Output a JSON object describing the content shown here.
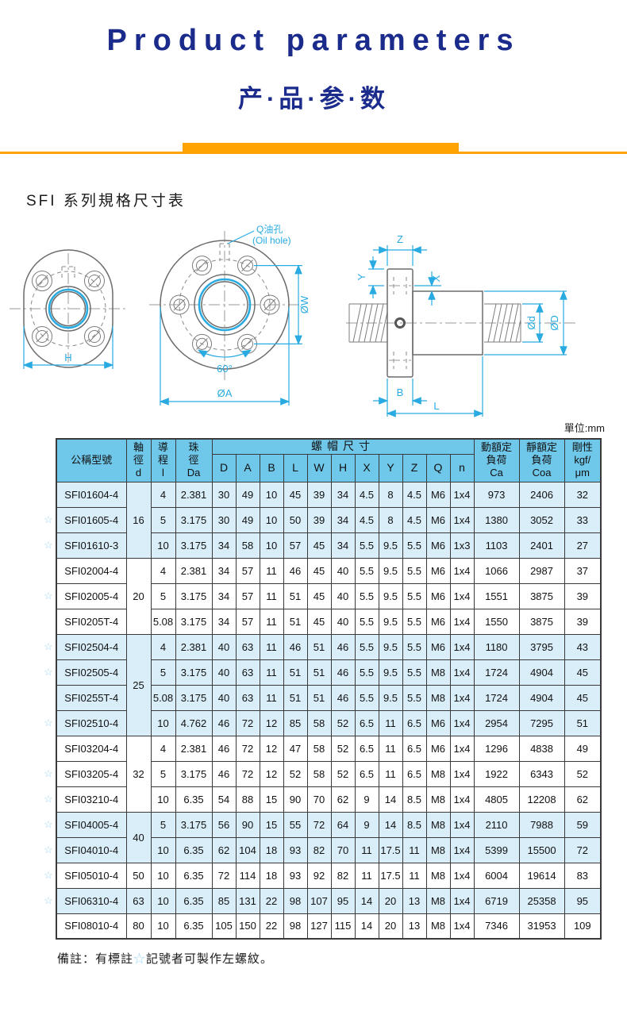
{
  "colors": {
    "title_navy": "#1b2b8c",
    "accent_orange": "#ffa302",
    "table_header_blue": "#6fc7e9",
    "row_shade_blue": "#d9eef9",
    "table_border": "#3a3a3a",
    "star_blue": "#9ed7f2",
    "dimension_cyan": "#29abe2"
  },
  "page_header": {
    "title_en": "Product parameters",
    "title_cn": "产·品·参·数"
  },
  "section": {
    "heading": "SFI 系列規格尺寸表",
    "unit": "單位:mm"
  },
  "diagram": {
    "oil_hole_line1": "Q油孔",
    "oil_hole_line2": "(Oil hole)",
    "dim_h": "H",
    "dim_a": "ØA",
    "dim_w": "ØW",
    "dim_angle": "60°",
    "dim_z": "Z",
    "dim_y": "Y",
    "dim_x": "X",
    "dim_b": "B",
    "dim_l": "L",
    "dim_d_small": "Ød",
    "dim_d_big": "ØD"
  },
  "table": {
    "header": {
      "model": "公稱型號",
      "shaft": [
        "軸",
        "徑",
        "d"
      ],
      "lead": [
        "導",
        "程",
        "l"
      ],
      "ball": [
        "珠",
        "徑",
        "Da"
      ],
      "nut_group": "螺帽尺寸",
      "nut_cols": [
        "D",
        "A",
        "B",
        "L",
        "W",
        "H",
        "X",
        "Y",
        "Z",
        "Q",
        "n"
      ],
      "dynamic_load": [
        "動額定",
        "負荷",
        "Ca"
      ],
      "static_load": [
        "靜額定",
        "負荷",
        "Coa"
      ],
      "rigidity": [
        "剛性",
        "kgf/",
        "μm"
      ]
    },
    "groups": [
      {
        "d": "16",
        "shade": true,
        "rows": [
          {
            "model": "SFI01604-4",
            "star": false,
            "l": "4",
            "Da": "2.381",
            "nut": [
              "30",
              "49",
              "10",
              "45",
              "39",
              "34",
              "4.5",
              "8",
              "4.5",
              "M6",
              "1x4"
            ],
            "Ca": "973",
            "Coa": "2406",
            "rig": "32"
          },
          {
            "model": "SFI01605-4",
            "star": true,
            "l": "5",
            "Da": "3.175",
            "nut": [
              "30",
              "49",
              "10",
              "50",
              "39",
              "34",
              "4.5",
              "8",
              "4.5",
              "M6",
              "1x4"
            ],
            "Ca": "1380",
            "Coa": "3052",
            "rig": "33"
          },
          {
            "model": "SFI01610-3",
            "star": true,
            "l": "10",
            "Da": "3.175",
            "nut": [
              "34",
              "58",
              "10",
              "57",
              "45",
              "34",
              "5.5",
              "9.5",
              "5.5",
              "M6",
              "1x3"
            ],
            "Ca": "1103",
            "Coa": "2401",
            "rig": "27"
          }
        ]
      },
      {
        "d": "20",
        "shade": false,
        "rows": [
          {
            "model": "SFI02004-4",
            "star": false,
            "l": "4",
            "Da": "2.381",
            "nut": [
              "34",
              "57",
              "11",
              "46",
              "45",
              "40",
              "5.5",
              "9.5",
              "5.5",
              "M6",
              "1x4"
            ],
            "Ca": "1066",
            "Coa": "2987",
            "rig": "37"
          },
          {
            "model": "SFI02005-4",
            "star": true,
            "l": "5",
            "Da": "3.175",
            "nut": [
              "34",
              "57",
              "11",
              "51",
              "45",
              "40",
              "5.5",
              "9.5",
              "5.5",
              "M6",
              "1x4"
            ],
            "Ca": "1551",
            "Coa": "3875",
            "rig": "39"
          },
          {
            "model": "SFI0205T-4",
            "star": false,
            "l": "5.08",
            "Da": "3.175",
            "nut": [
              "34",
              "57",
              "11",
              "51",
              "45",
              "40",
              "5.5",
              "9.5",
              "5.5",
              "M6",
              "1x4"
            ],
            "Ca": "1550",
            "Coa": "3875",
            "rig": "39"
          }
        ]
      },
      {
        "d": "25",
        "shade": true,
        "rows": [
          {
            "model": "SFI02504-4",
            "star": true,
            "l": "4",
            "Da": "2.381",
            "nut": [
              "40",
              "63",
              "11",
              "46",
              "51",
              "46",
              "5.5",
              "9.5",
              "5.5",
              "M6",
              "1x4"
            ],
            "Ca": "1180",
            "Coa": "3795",
            "rig": "43"
          },
          {
            "model": "SFI02505-4",
            "star": true,
            "l": "5",
            "Da": "3.175",
            "nut": [
              "40",
              "63",
              "11",
              "51",
              "51",
              "46",
              "5.5",
              "9.5",
              "5.5",
              "M8",
              "1x4"
            ],
            "Ca": "1724",
            "Coa": "4904",
            "rig": "45"
          },
          {
            "model": "SFI0255T-4",
            "star": false,
            "l": "5.08",
            "Da": "3.175",
            "nut": [
              "40",
              "63",
              "11",
              "51",
              "51",
              "46",
              "5.5",
              "9.5",
              "5.5",
              "M8",
              "1x4"
            ],
            "Ca": "1724",
            "Coa": "4904",
            "rig": "45"
          },
          {
            "model": "SFI02510-4",
            "star": true,
            "l": "10",
            "Da": "4.762",
            "nut": [
              "46",
              "72",
              "12",
              "85",
              "58",
              "52",
              "6.5",
              "11",
              "6.5",
              "M6",
              "1x4"
            ],
            "Ca": "2954",
            "Coa": "7295",
            "rig": "51"
          }
        ]
      },
      {
        "d": "32",
        "shade": false,
        "rows": [
          {
            "model": "SFI03204-4",
            "star": false,
            "l": "4",
            "Da": "2.381",
            "nut": [
              "46",
              "72",
              "12",
              "47",
              "58",
              "52",
              "6.5",
              "11",
              "6.5",
              "M6",
              "1x4"
            ],
            "Ca": "1296",
            "Coa": "4838",
            "rig": "49"
          },
          {
            "model": "SFI03205-4",
            "star": true,
            "l": "5",
            "Da": "3.175",
            "nut": [
              "46",
              "72",
              "12",
              "52",
              "58",
              "52",
              "6.5",
              "11",
              "6.5",
              "M8",
              "1x4"
            ],
            "Ca": "1922",
            "Coa": "6343",
            "rig": "52"
          },
          {
            "model": "SFI03210-4",
            "star": true,
            "l": "10",
            "Da": "6.35",
            "nut": [
              "54",
              "88",
              "15",
              "90",
              "70",
              "62",
              "9",
              "14",
              "8.5",
              "M8",
              "1x4"
            ],
            "Ca": "4805",
            "Coa": "12208",
            "rig": "62"
          }
        ]
      },
      {
        "d": "40",
        "shade": true,
        "rows": [
          {
            "model": "SFI04005-4",
            "star": true,
            "l": "5",
            "Da": "3.175",
            "nut": [
              "56",
              "90",
              "15",
              "55",
              "72",
              "64",
              "9",
              "14",
              "8.5",
              "M8",
              "1x4"
            ],
            "Ca": "2110",
            "Coa": "7988",
            "rig": "59"
          },
          {
            "model": "SFI04010-4",
            "star": true,
            "l": "10",
            "Da": "6.35",
            "nut": [
              "62",
              "104",
              "18",
              "93",
              "82",
              "70",
              "11",
              "17.5",
              "11",
              "M8",
              "1x4"
            ],
            "Ca": "5399",
            "Coa": "15500",
            "rig": "72"
          }
        ]
      },
      {
        "d": "50",
        "shade": false,
        "rows": [
          {
            "model": "SFI05010-4",
            "star": true,
            "l": "10",
            "Da": "6.35",
            "nut": [
              "72",
              "114",
              "18",
              "93",
              "92",
              "82",
              "11",
              "17.5",
              "11",
              "M8",
              "1x4"
            ],
            "Ca": "6004",
            "Coa": "19614",
            "rig": "83"
          }
        ]
      },
      {
        "d": "63",
        "shade": true,
        "rows": [
          {
            "model": "SFI06310-4",
            "star": true,
            "l": "10",
            "Da": "6.35",
            "nut": [
              "85",
              "131",
              "22",
              "98",
              "107",
              "95",
              "14",
              "20",
              "13",
              "M8",
              "1x4"
            ],
            "Ca": "6719",
            "Coa": "25358",
            "rig": "95"
          }
        ]
      },
      {
        "d": "80",
        "shade": false,
        "rows": [
          {
            "model": "SFI08010-4",
            "star": false,
            "l": "10",
            "Da": "6.35",
            "nut": [
              "105",
              "150",
              "22",
              "98",
              "127",
              "115",
              "14",
              "20",
              "13",
              "M8",
              "1x4"
            ],
            "Ca": "7346",
            "Coa": "31953",
            "rig": "109"
          }
        ]
      }
    ]
  },
  "footnote": {
    "prefix": "備註：有標註",
    "star": "☆",
    "suffix": "記號者可製作左螺紋。"
  }
}
